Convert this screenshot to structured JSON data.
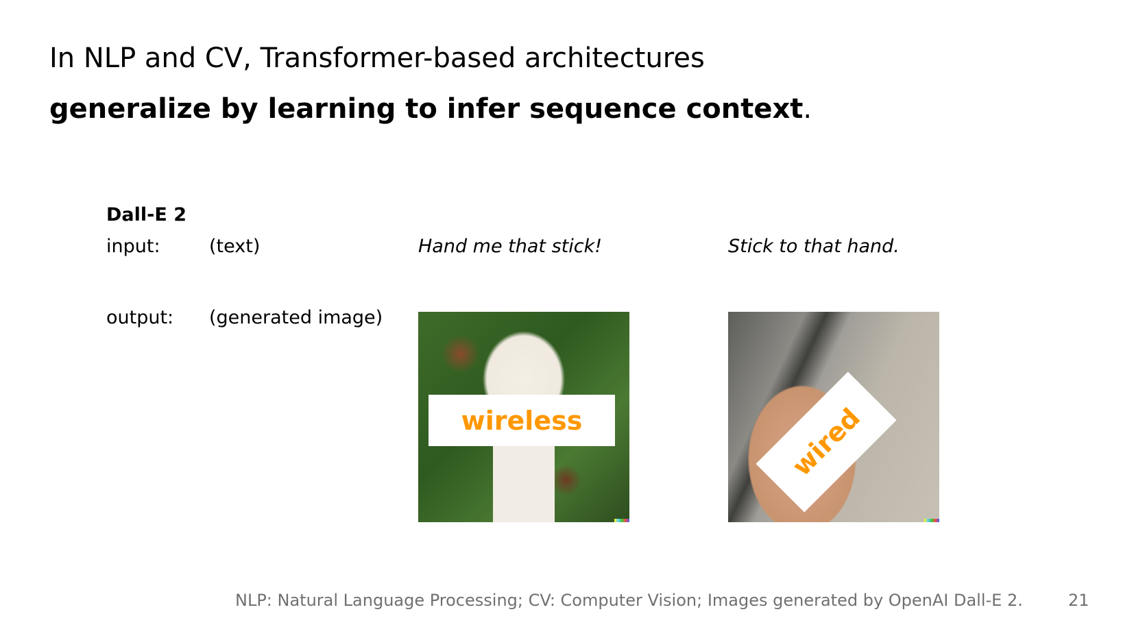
{
  "title": {
    "line1": "In NLP and CV, Transformer-based architectures",
    "line2": "generalize by learning to infer sequence context",
    "line2_end": "."
  },
  "example": {
    "model": "Dall-E 2",
    "input_label": "input:",
    "input_kind": "(text)",
    "output_label": "output:",
    "output_kind": "(generated image)",
    "prompts": [
      "Hand me that stick!",
      "Stick to that hand."
    ],
    "image_labels": [
      "wireless",
      "wired"
    ],
    "label_color": "#ff9800"
  },
  "footer": {
    "note": "NLP: Natural Language Processing; CV: Computer Vision; Images generated by OpenAI Dall-E 2.",
    "page_number": "21"
  }
}
